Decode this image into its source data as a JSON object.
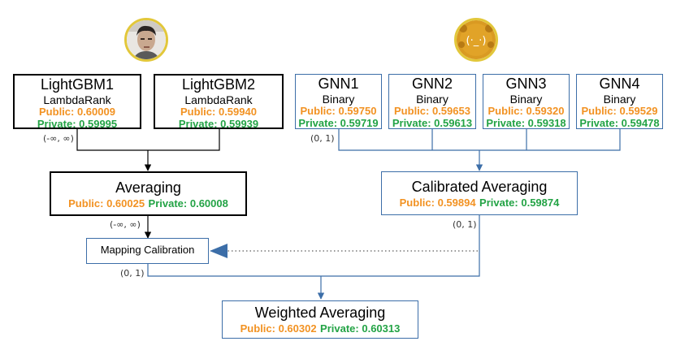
{
  "left_group": {
    "avatar_icon": "person-photo-avatar",
    "models": [
      {
        "title": "LightGBM1",
        "objective": "LambdaRank",
        "public": "Public: 0.60009",
        "private": "Private: 0.59995"
      },
      {
        "title": "LightGBM2",
        "objective": "LambdaRank",
        "public": "Public: 0.59940",
        "private": "Private: 0.59939"
      }
    ],
    "output_range": "(-∞, ∞)",
    "averaging": {
      "title": "Averaging",
      "public": "Public: 0.60025",
      "private": "Private: 0.60008"
    },
    "averaging_range": "(-∞, ∞)",
    "mapping": {
      "title": "Mapping Calibration"
    },
    "mapping_range": "(0, 1)"
  },
  "right_group": {
    "avatar_icon": "cartoon-face-avatar",
    "models": [
      {
        "title": "GNN1",
        "objective": "Binary",
        "public": "Public: 0.59750",
        "private": "Private: 0.59719"
      },
      {
        "title": "GNN2",
        "objective": "Binary",
        "public": "Public: 0.59653",
        "private": "Private: 0.59613"
      },
      {
        "title": "GNN3",
        "objective": "Binary",
        "public": "Public: 0.59320",
        "private": "Private: 0.59318"
      },
      {
        "title": "GNN4",
        "objective": "Binary",
        "public": "Public: 0.59529",
        "private": "Private: 0.59478"
      }
    ],
    "output_range": "(0, 1)",
    "calibrated": {
      "title": "Calibrated Averaging",
      "public": "Public: 0.59894",
      "private": "Private: 0.59874"
    },
    "calibrated_range": "(0, 1)"
  },
  "final": {
    "title": "Weighted Averaging",
    "public": "Public: 0.60302",
    "private": "Private: 0.60313"
  },
  "colors": {
    "public": "#f29222",
    "private": "#23a345",
    "blue_line": "#3c6ea8",
    "black_line": "#000000",
    "avatar_ring": "#e2c73a"
  }
}
